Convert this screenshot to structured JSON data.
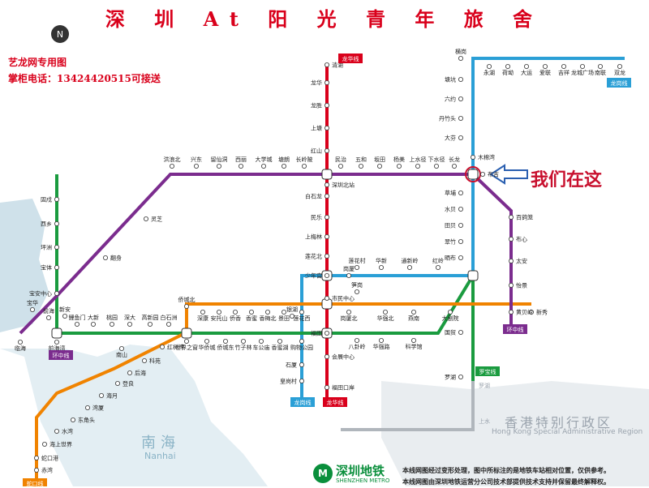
{
  "title": "深 圳 At 阳 光 青 年 旅 舍",
  "brand": "艺龙网专用图",
  "phone": "掌柜电话：13424420515可接送",
  "here_label": "我们在这",
  "compass_label": "N",
  "sea": {
    "cn": "南海",
    "en": "Nanhai"
  },
  "hk": {
    "cn": "香港特别行政区",
    "en": "Hong Kong Special Administrative Region",
    "station_a": "罗湖",
    "station_b": "上水"
  },
  "footer": {
    "name": "深圳地铁",
    "sub": "SHENZHEN METRO",
    "logo": "M"
  },
  "notes": [
    "本线网图经过变形处理，图中所标注的是地铁车站相对位置，仅供参考。",
    "本线网图由深圳地铁运营分公司技术部提供技术支持并保留最终解释权。"
  ],
  "colors": {
    "longhua": "#d9001b",
    "longgang": "#2a9fd6",
    "luobao": "#1a9b3f",
    "shekou": "#f08300",
    "huanzhong": "#7b2c8e",
    "sea": "#cfe1ea",
    "land": "#e7eef2"
  },
  "line_badges": [
    {
      "id": "longhua-top",
      "text": "龙华线",
      "color": "#d9001b"
    },
    {
      "id": "longgang-top",
      "text": "龙岗线",
      "color": "#2a9fd6"
    },
    {
      "id": "huanzhong-right",
      "text": "环中线",
      "color": "#7b2c8e"
    },
    {
      "id": "huanzhong-left",
      "text": "环中线",
      "color": "#7b2c8e"
    },
    {
      "id": "luobao-bottom",
      "text": "罗宝线",
      "color": "#1a9b3f"
    },
    {
      "id": "longgang-bottom",
      "text": "龙岗线",
      "color": "#2a9fd6"
    },
    {
      "id": "longhua-bottom",
      "text": "龙华线",
      "color": "#d9001b"
    },
    {
      "id": "shekou-bottom",
      "text": "蛇口线",
      "color": "#f08300"
    }
  ],
  "stations": [
    "清湖",
    "龙华",
    "龙胜",
    "上塘",
    "红山",
    "深圳北站",
    "白石龙",
    "民乐",
    "上梅林",
    "莲花北",
    "少年宫",
    "市民中心",
    "福田",
    "岗厦北",
    "会展中心",
    "福田口岸",
    "横岗",
    "永湖",
    "荷坳",
    "大运",
    "爱联",
    "吉祥",
    "龙城广场",
    "南联",
    "双龙",
    "塘坑",
    "六约",
    "丹竹头",
    "大芬",
    "木棉湾",
    "布吉",
    "草埔",
    "水贝",
    "田贝",
    "翠竹",
    "晒布",
    "岗厦",
    "大剧院",
    "国贸",
    "罗湖",
    "民治",
    "五和",
    "坂田",
    "杨美",
    "上水径",
    "下水径",
    "长龙",
    "长岭陂",
    "塘朗",
    "大学城",
    "西丽",
    "留仙洞",
    "兴东",
    "洪浪北",
    "灵芝",
    "翻身",
    "宝安中心",
    "宝体",
    "坪洲",
    "西乡",
    "固戍",
    "前海湾",
    "临海",
    "宝华",
    "莲花村",
    "华新",
    "通新岭",
    "红岭",
    "燕南",
    "华强北",
    "华强路",
    "科学馆",
    "黄贝岭",
    "新秀",
    "布心",
    "太安",
    "怡景",
    "百鸽笼",
    "银湖",
    "八卦岭",
    "笋岗",
    "赤湾",
    "蛇口港",
    "海上世界",
    "水湾",
    "东角头",
    "湾厦",
    "海月",
    "登良",
    "后海",
    "科苑",
    "红树湾",
    "世界之窗",
    "侨城北",
    "深康",
    "安托山",
    "侨香",
    "香蜜",
    "香梅北",
    "景田",
    "莲花西",
    "石厦",
    "皇岗村",
    "鲤鱼门",
    "大新",
    "桃园",
    "深大",
    "高新园",
    "白石洲",
    "华侨城",
    "侨城东",
    "竹子林",
    "车公庙",
    "香蜜湖",
    "购物公园",
    "新安",
    "前海",
    "南山",
    "大剧院"
  ]
}
